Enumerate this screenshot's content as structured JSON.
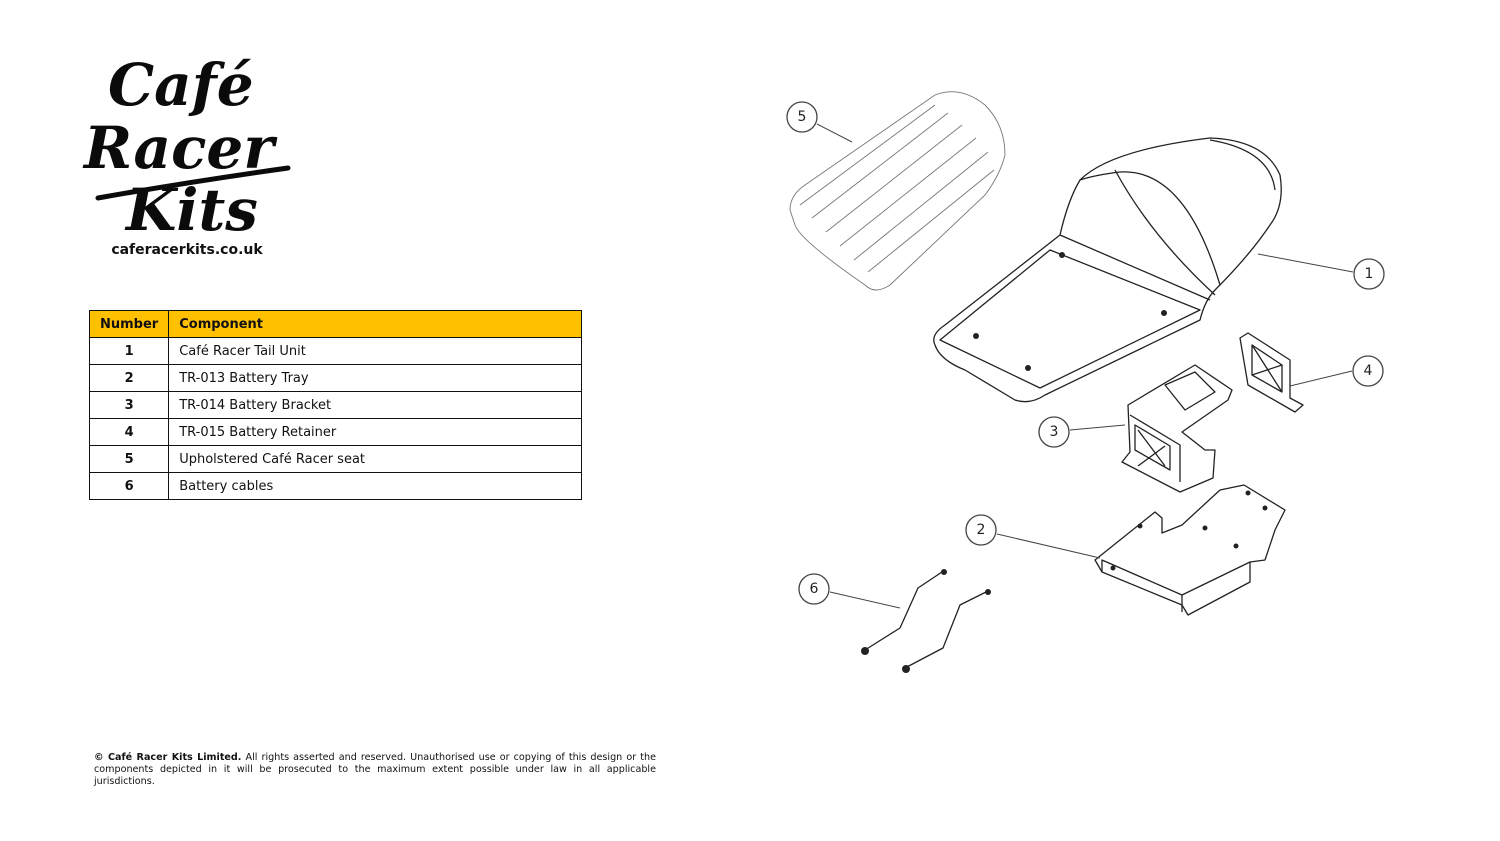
{
  "brand": {
    "logo_lines": [
      "Café",
      "Racer",
      "Kits"
    ],
    "website": "caferacerkits.co.uk"
  },
  "table": {
    "headers": {
      "number": "Number",
      "component": "Component"
    },
    "header_color": "#ffc000",
    "rows": [
      {
        "number": "1",
        "component": "Café Racer Tail Unit"
      },
      {
        "number": "2",
        "component": "TR-013 Battery Tray"
      },
      {
        "number": "3",
        "component": "TR-014 Battery Bracket"
      },
      {
        "number": "4",
        "component": "TR-015 Battery Retainer"
      },
      {
        "number": "5",
        "component": "Upholstered Café Racer seat"
      },
      {
        "number": "6",
        "component": "Battery cables"
      }
    ]
  },
  "diagram": {
    "callouts": [
      "1",
      "2",
      "3",
      "4",
      "5",
      "6"
    ]
  },
  "footer": {
    "company": "© Café Racer Kits Limited.",
    "notice": "All rights asserted and reserved. Unauthorised use or copying of this design or the components depicted in it will be prosecuted to the maximum extent possible under law in all applicable jurisdictions."
  }
}
